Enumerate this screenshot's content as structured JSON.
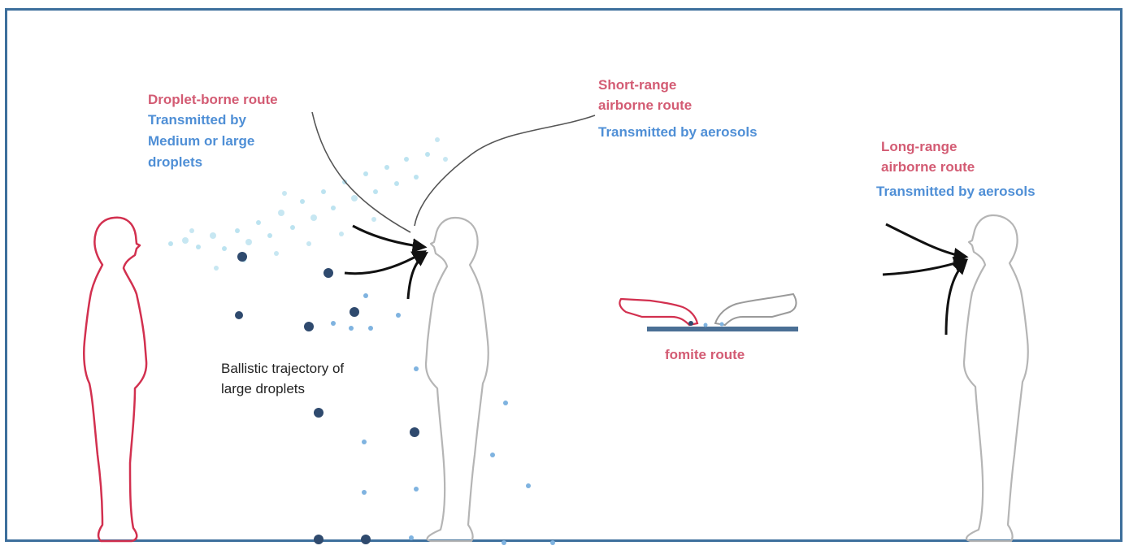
{
  "labels": {
    "droplet_route": "Droplet-borne route",
    "droplet_transmitted": [
      "Transmitted by",
      "Medium or large",
      "droplets"
    ],
    "short_range_route": [
      "Short-range",
      "airborne route"
    ],
    "short_range_transmitted": "Transmitted by aerosols",
    "long_range_route": [
      "Long-range",
      "airborne route"
    ],
    "long_range_transmitted": "Transmitted by aerosols",
    "ballistic": [
      "Ballistic trajectory of",
      "large droplets"
    ],
    "fomite": "fomite route"
  },
  "colors": {
    "route_label": "#d35b73",
    "transmission_label": "#4f8fd6",
    "source_person": "#d2304f",
    "receiver_person": "#b5b5b5",
    "large_droplet": "#2f4a6e",
    "small_droplet": "#7fb3e0",
    "aerosol": "#8fd0e6",
    "frame": "#3d6f9c"
  }
}
